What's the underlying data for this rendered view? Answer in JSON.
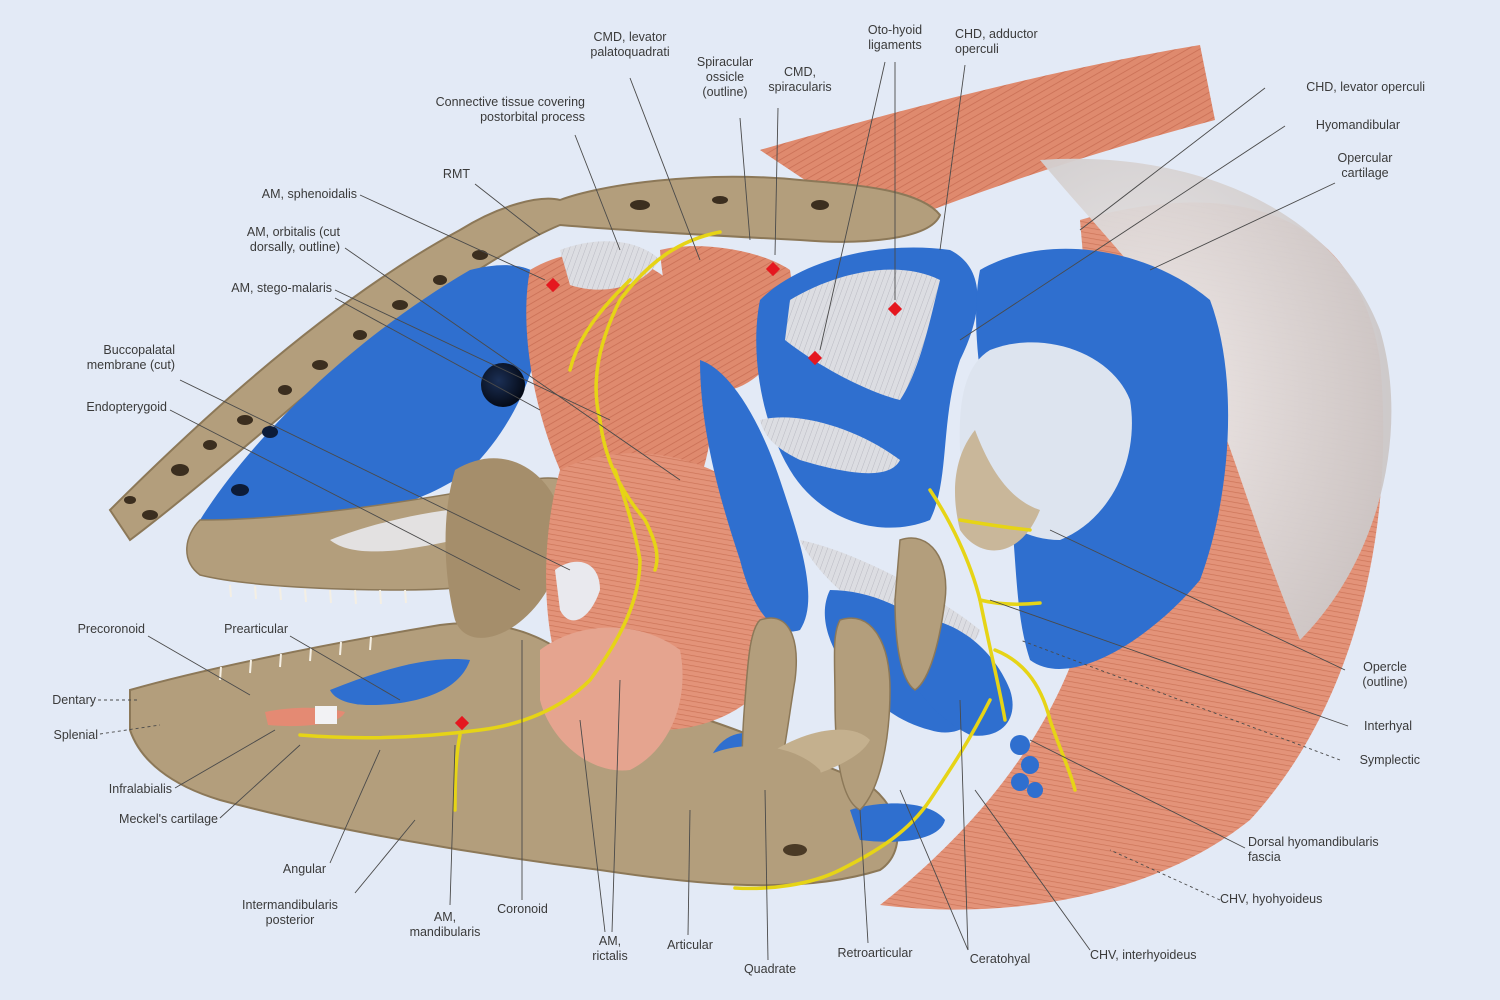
{
  "colors": {
    "background": "#e3eaf6",
    "bone": "#b39e7c",
    "bone_dark": "#8c7858",
    "cartilage_blue": "#2f6fcf",
    "muscle": "#df8a6e",
    "ligament": "#d8d8dc",
    "nerve": "#e6d416",
    "marker": "#e5171f",
    "label_text": "#3a3a3a"
  },
  "labels": {
    "cmd_levator": "CMD, levator\npalatoquadrati",
    "spiracular_ossicle": "Spiracular\nossicle\n(outline)",
    "cmd_spiracularis": "CMD,\nspiracularis",
    "oto_hyoid": "Oto-hyoid\nligaments",
    "chd_adductor": "CHD, adductor\noperculi",
    "chd_levator_operculi": "CHD, levator operculi",
    "hyomandibular": "Hyomandibular",
    "opercular_cartilage": "Opercular\ncartilage",
    "connective_tissue": "Connective tissue covering\npostorbital process",
    "rmt": "RMT",
    "am_sphenoidalis": "AM, sphenoidalis",
    "am_orbitalis": "AM, orbitalis (cut\ndorsally, outline)",
    "am_stegomalaris": "AM, stego-malaris",
    "buccopalatal": "Buccopalatal\nmembrane (cut)",
    "endopterygoid": "Endopterygoid",
    "precoronoid": "Precoronoid",
    "prearticular": "Prearticular",
    "dentary": "Dentary",
    "splenial": "Splenial",
    "infralabialis": "Infralabialis",
    "meckels": "Meckel's cartilage",
    "angular": "Angular",
    "intermandibularis": "Intermandibularis\nposterior",
    "am_mandibularis": "AM,\nmandibularis",
    "coronoid": "Coronoid",
    "am_rictalis": "AM,\nrictalis",
    "articular": "Articular",
    "quadrate": "Quadrate",
    "retroarticular": "Retroarticular",
    "ceratohyal": "Ceratohyal",
    "chv_interhyoideus": "CHV, interhyoideus",
    "chv_hyohyoideus": "CHV, hyohyoideus",
    "cm_hyomandibularis": "Dorsal hyomandibularis\nfascia",
    "symplectic": "Symplectic",
    "interhyal": "Interhyal",
    "opercle": "Opercle\n(outline)"
  }
}
